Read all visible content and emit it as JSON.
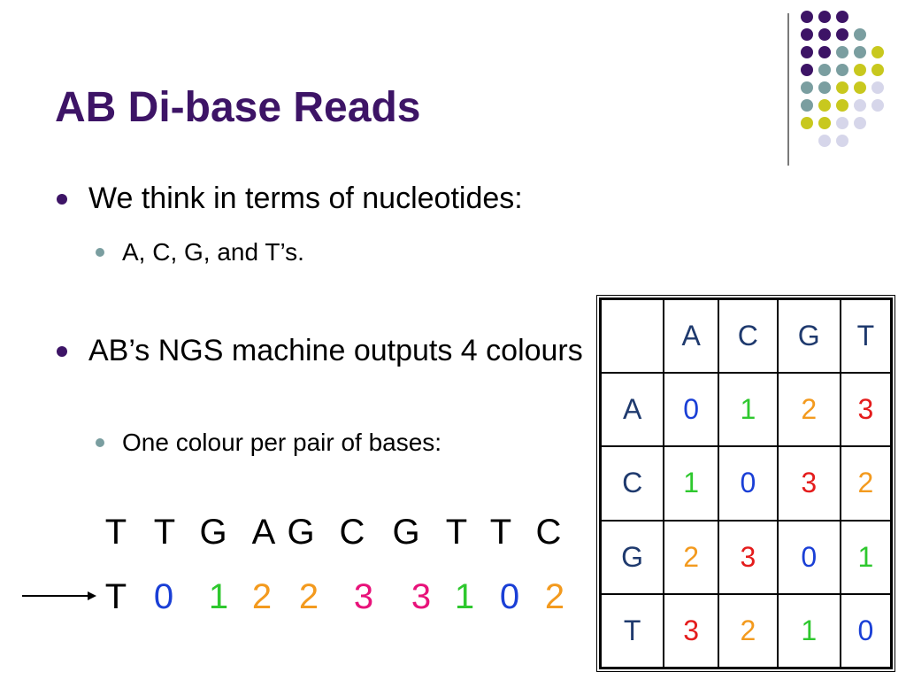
{
  "title": "AB Di-base Reads",
  "bullets": [
    {
      "text": "We think in terms of nucleotides:",
      "sub": "A, C, G, and T’s."
    },
    {
      "text": "AB’s NGS machine outputs 4 colours",
      "sub": "One colour per pair of bases:"
    }
  ],
  "sequence": {
    "bases": [
      "T",
      "T",
      "G",
      "A",
      "G",
      "C",
      "G",
      "T",
      "T",
      "C"
    ],
    "encoded": [
      {
        "v": "T",
        "color": "#000000"
      },
      {
        "v": "0",
        "color": "#1a3fd6"
      },
      {
        "v": "1",
        "color": "#2ec82e"
      },
      {
        "v": "2",
        "color": "#f39a1e"
      },
      {
        "v": "2",
        "color": "#f39a1e"
      },
      {
        "v": "3",
        "color": "#e8127a"
      },
      {
        "v": "3",
        "color": "#e8127a"
      },
      {
        "v": "1",
        "color": "#2ec82e"
      },
      {
        "v": "0",
        "color": "#1a3fd6"
      },
      {
        "v": "2",
        "color": "#f39a1e"
      }
    ]
  },
  "table": {
    "header": [
      "",
      "A",
      "C",
      "G",
      "T"
    ],
    "rows": [
      {
        "label": "A",
        "cells": [
          "0",
          "1",
          "2",
          "3"
        ]
      },
      {
        "label": "C",
        "cells": [
          "1",
          "0",
          "3",
          "2"
        ]
      },
      {
        "label": "G",
        "cells": [
          "2",
          "3",
          "0",
          "1"
        ]
      },
      {
        "label": "T",
        "cells": [
          "3",
          "2",
          "1",
          "0"
        ]
      }
    ]
  },
  "colors": {
    "title": "#3d1466",
    "table_label": "#1f3a6e",
    "bullet_primary": "#3d1466",
    "bullet_secondary": "#7a9ea0",
    "zero": "#1a3fd6",
    "one": "#2ec82e",
    "two": "#f39a1e",
    "three": "#e41c1c",
    "dot_purple": "#3d1466",
    "dot_teal": "#7a9ea0",
    "dot_yellow": "#c8c81e",
    "dot_lavender": "#d6d6ea"
  }
}
